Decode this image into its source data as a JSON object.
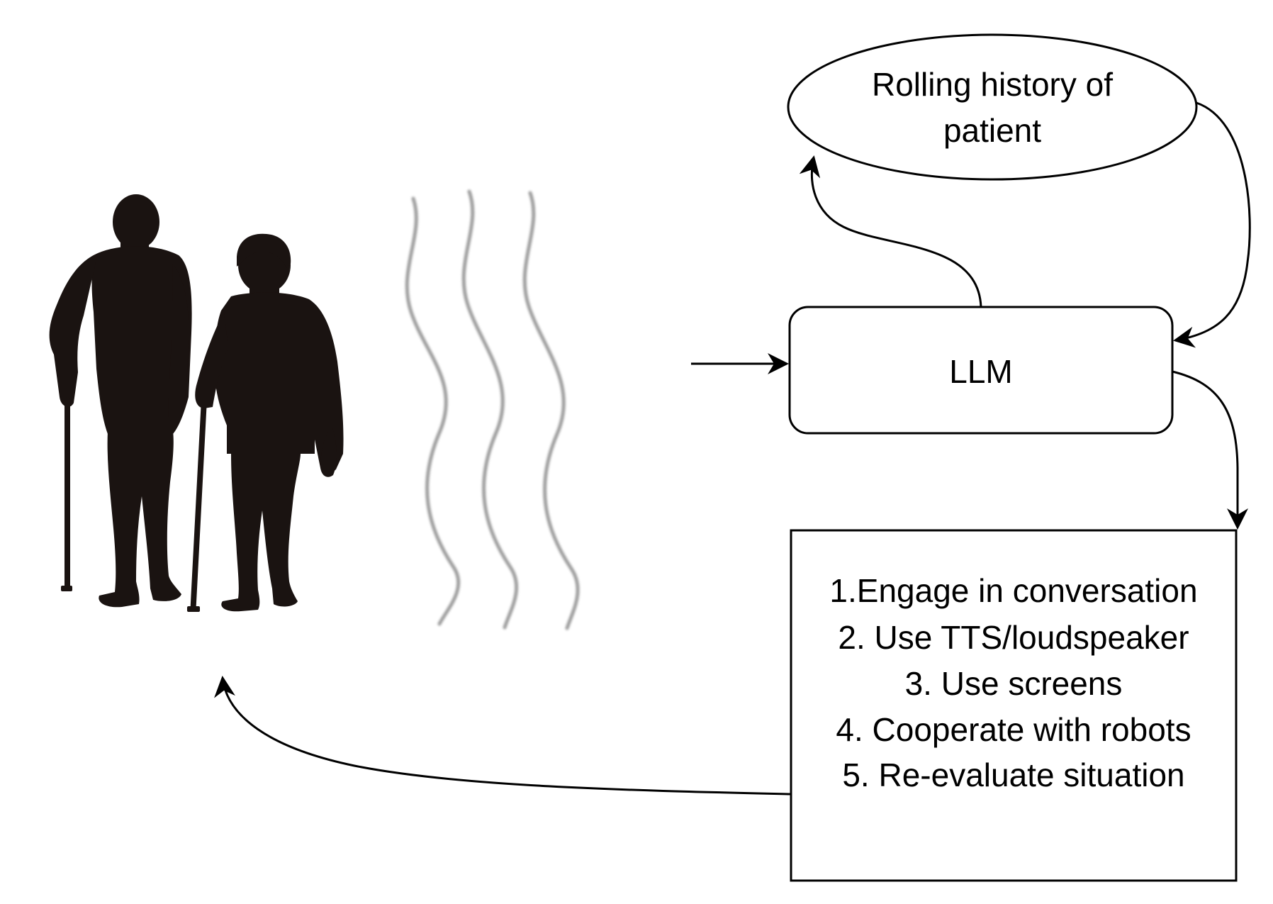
{
  "nodes": {
    "history": {
      "lines": [
        "Rolling history of",
        "patient"
      ]
    },
    "llm": {
      "label": "LLM"
    },
    "actions": {
      "items": [
        "1.Engage in conversation",
        "2. Use TTS/loudspeaker",
        "3. Use screens",
        "4. Cooperate with robots",
        "5. Re-evaluate situation"
      ]
    }
  },
  "illustration": {
    "figures": "elderly-couple-with-walking-canes-silhouette",
    "waves": "sound-wave-lines"
  },
  "colors": {
    "ink": "#000000",
    "silhouette": "#1a1311",
    "wave": "#8c8c8c",
    "background": "#ffffff"
  }
}
